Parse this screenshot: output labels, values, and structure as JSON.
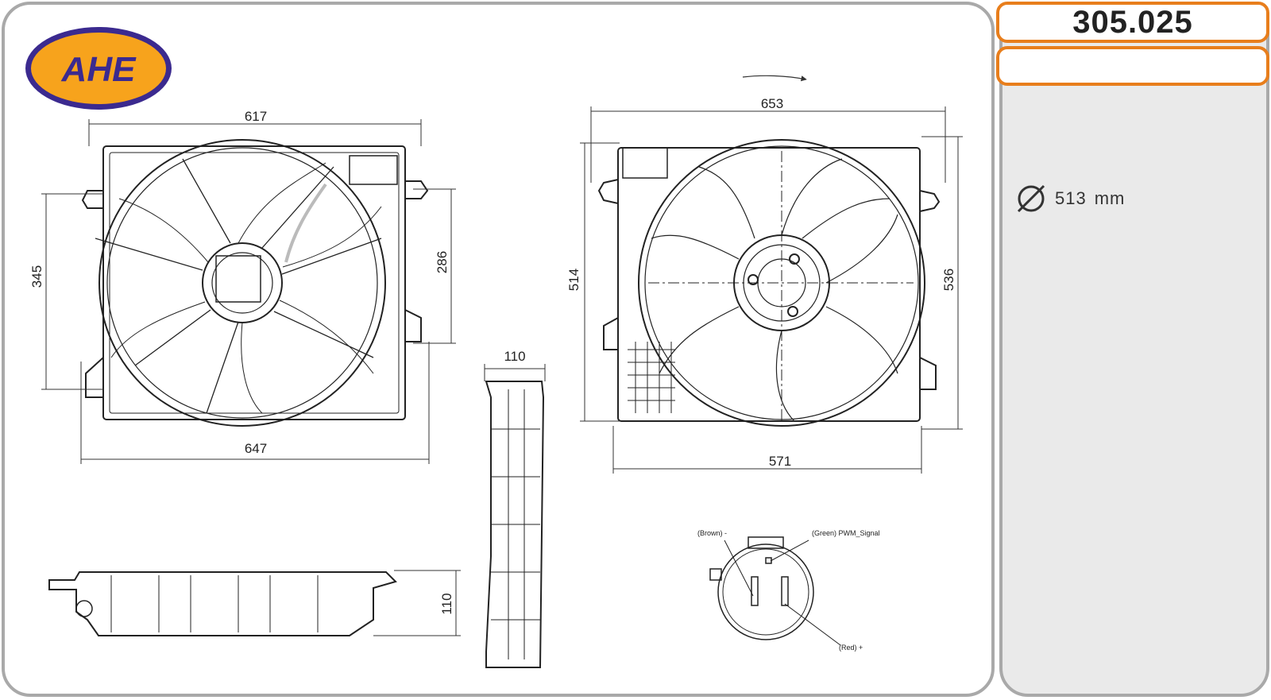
{
  "brand": {
    "logo_text": "AHE"
  },
  "part": {
    "number": "305.025",
    "subtitle": ""
  },
  "specs": {
    "diameter_symbol": "⌀",
    "diameter_value": "513",
    "diameter_unit": "mm"
  },
  "dimensions": {
    "front_top_width": "617",
    "front_bottom_width": "647",
    "front_left_height": "345",
    "front_right_height": "286",
    "rear_top_width": "653",
    "rear_bottom_width": "571",
    "rear_left_height": "514",
    "rear_right_height": "536",
    "side_depth": "110",
    "bottom_depth": "110"
  },
  "connector": {
    "brown_label": "(Brown) -",
    "green_label": "(Green) PWM_Signal",
    "red_label": "(Red) +"
  },
  "colors": {
    "accent": "#e87e1c",
    "brand": "#3b2a8f",
    "logo_fill": "#f7a31c",
    "frame": "#a9a9a9",
    "panel": "#eaeaea"
  }
}
